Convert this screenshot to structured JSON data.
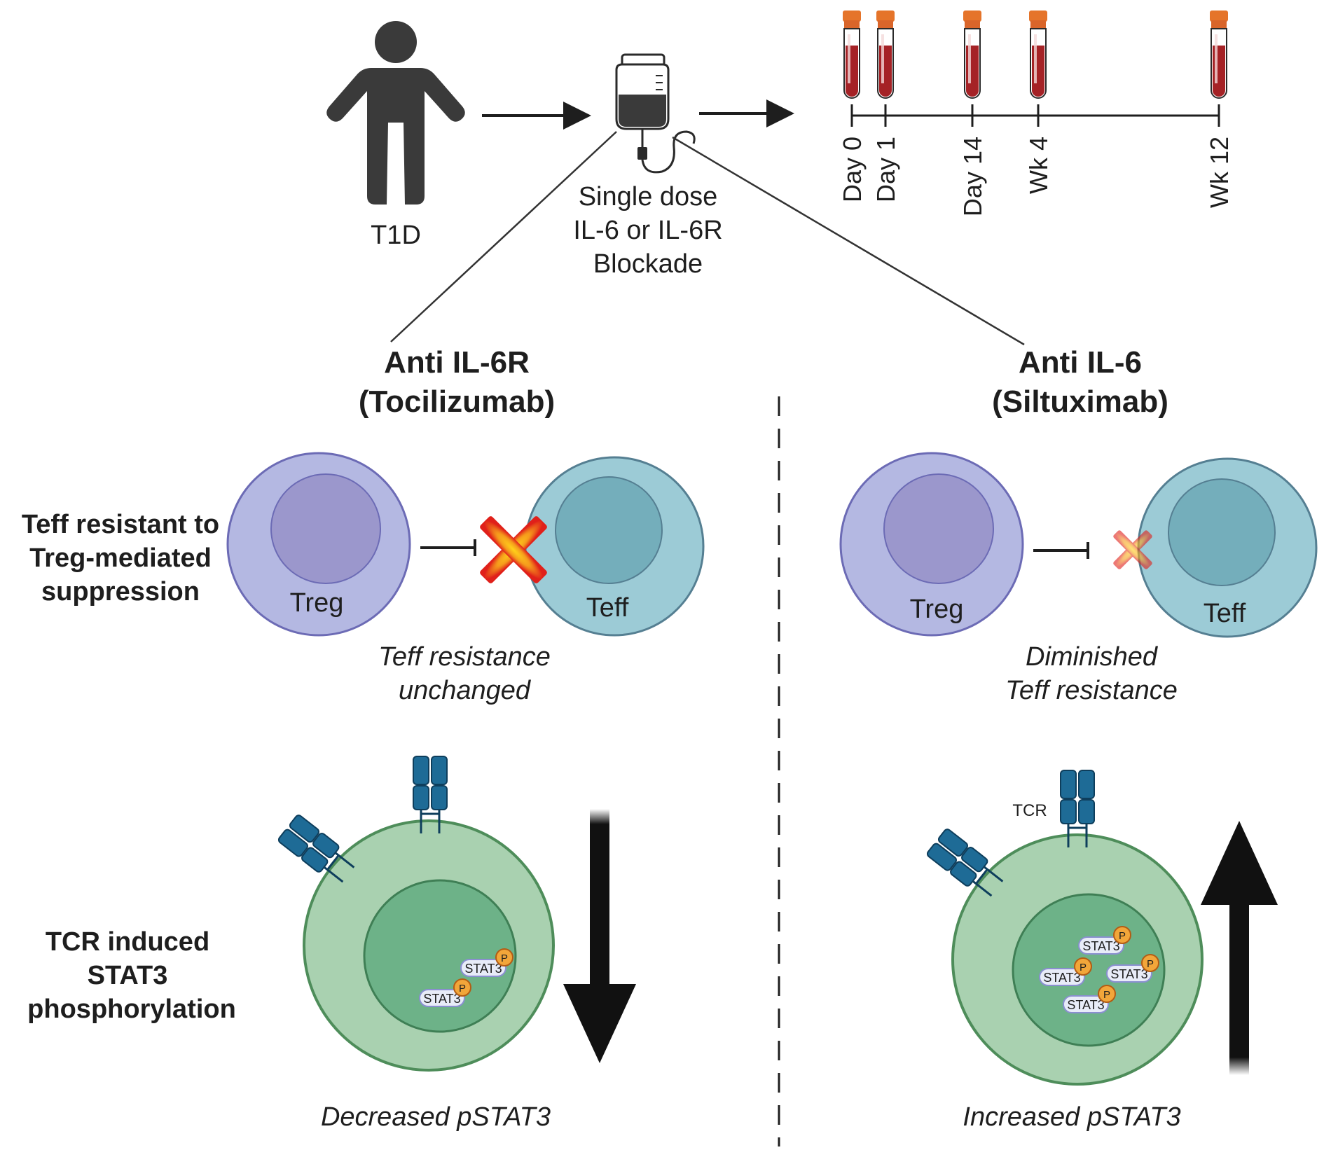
{
  "labels": {
    "patient": "T1D",
    "dose_line1": "Single dose",
    "dose_line2": "IL-6 or IL-6R",
    "dose_line3": "Blockade",
    "left_title_1": "Anti IL-6R",
    "left_title_2": "(Tocilizumab)",
    "right_title_1": "Anti IL-6",
    "right_title_2": "(Siltuximab)",
    "row1_line1": "Teff resistant to",
    "row1_line2": "Treg-mediated",
    "row1_line3": "suppression",
    "row2_line1": "TCR induced",
    "row2_line2": "STAT3",
    "row2_line3": "phosphorylation",
    "treg": "Treg",
    "teff": "Teff",
    "left_result_1": "Teff resistance",
    "left_result_2": "unchanged",
    "right_result_1": "Diminished",
    "right_result_2": "Teff resistance",
    "left_bottom": "Decreased pSTAT3",
    "right_bottom": "Increased pSTAT3",
    "tcr": "TCR",
    "stat3": "STAT3",
    "p": "P"
  },
  "timeline": [
    "Day 0",
    "Day 1",
    "Day 14",
    "Wk 4",
    "Wk 12"
  ],
  "colors": {
    "treg_outer": "#b4b8e2",
    "treg_inner": "#9b97cc",
    "teff_outer": "#9ccbd6",
    "teff_inner": "#74aebb",
    "tcell_outer": "#a9d1b0",
    "tcell_inner": "#6db288",
    "receptor": "#1e6b96",
    "blood": "#a52226",
    "cap": "#e5742a"
  }
}
